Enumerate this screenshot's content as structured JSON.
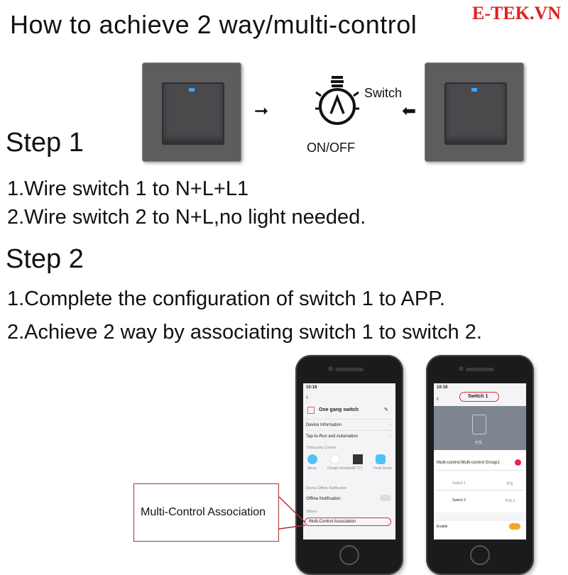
{
  "title": "How to achieve 2 way/multi-control",
  "brand": "E-TEK.VN",
  "diagram": {
    "switch_label": "Switch",
    "bulb_label": "ON/OFF",
    "arrow_right": "➞",
    "arrow_left": "⬅"
  },
  "step1": {
    "heading": "Step 1",
    "lines": [
      "1.Wire switch 1 to N+L+L1",
      "2.Wire switch 2 to N+L,no light needed."
    ]
  },
  "step2": {
    "heading": "Step 2",
    "lines": [
      "1.Complete the configuration of switch 1 to APP.",
      "2.Achieve 2 way by associating switch 1 to switch 2."
    ]
  },
  "phone1": {
    "time": "10:18",
    "device_name": "One gang switch",
    "items": [
      "Device Information",
      "Tap-to-Run and Automation"
    ],
    "section_third_party": "Third-party Control",
    "services": [
      "Alexa",
      "Google Assistant",
      "IFTTT",
      "Tmall Genie"
    ],
    "section_offline": "Device Offline Notification",
    "offline_label": "Offline Notification",
    "section_others": "Others",
    "multi_control": "Multi-Control Association"
  },
  "phone2": {
    "time": "10:18",
    "header": "Switch 1",
    "group_label": "Multi-control:Multi-control Group1",
    "switches": [
      {
        "name": "Switch 1",
        "state": "开关"
      },
      {
        "name": "Switch 2",
        "state": "开关 2"
      }
    ],
    "enable_label": "Enable",
    "switch_icon_label": "开关"
  },
  "callout_text": "Multi-Control Association",
  "colors": {
    "accent_red": "#e02020",
    "callout_border": "#b03030",
    "toggle_on": "#f5a623",
    "led_blue": "#37a6ff"
  }
}
